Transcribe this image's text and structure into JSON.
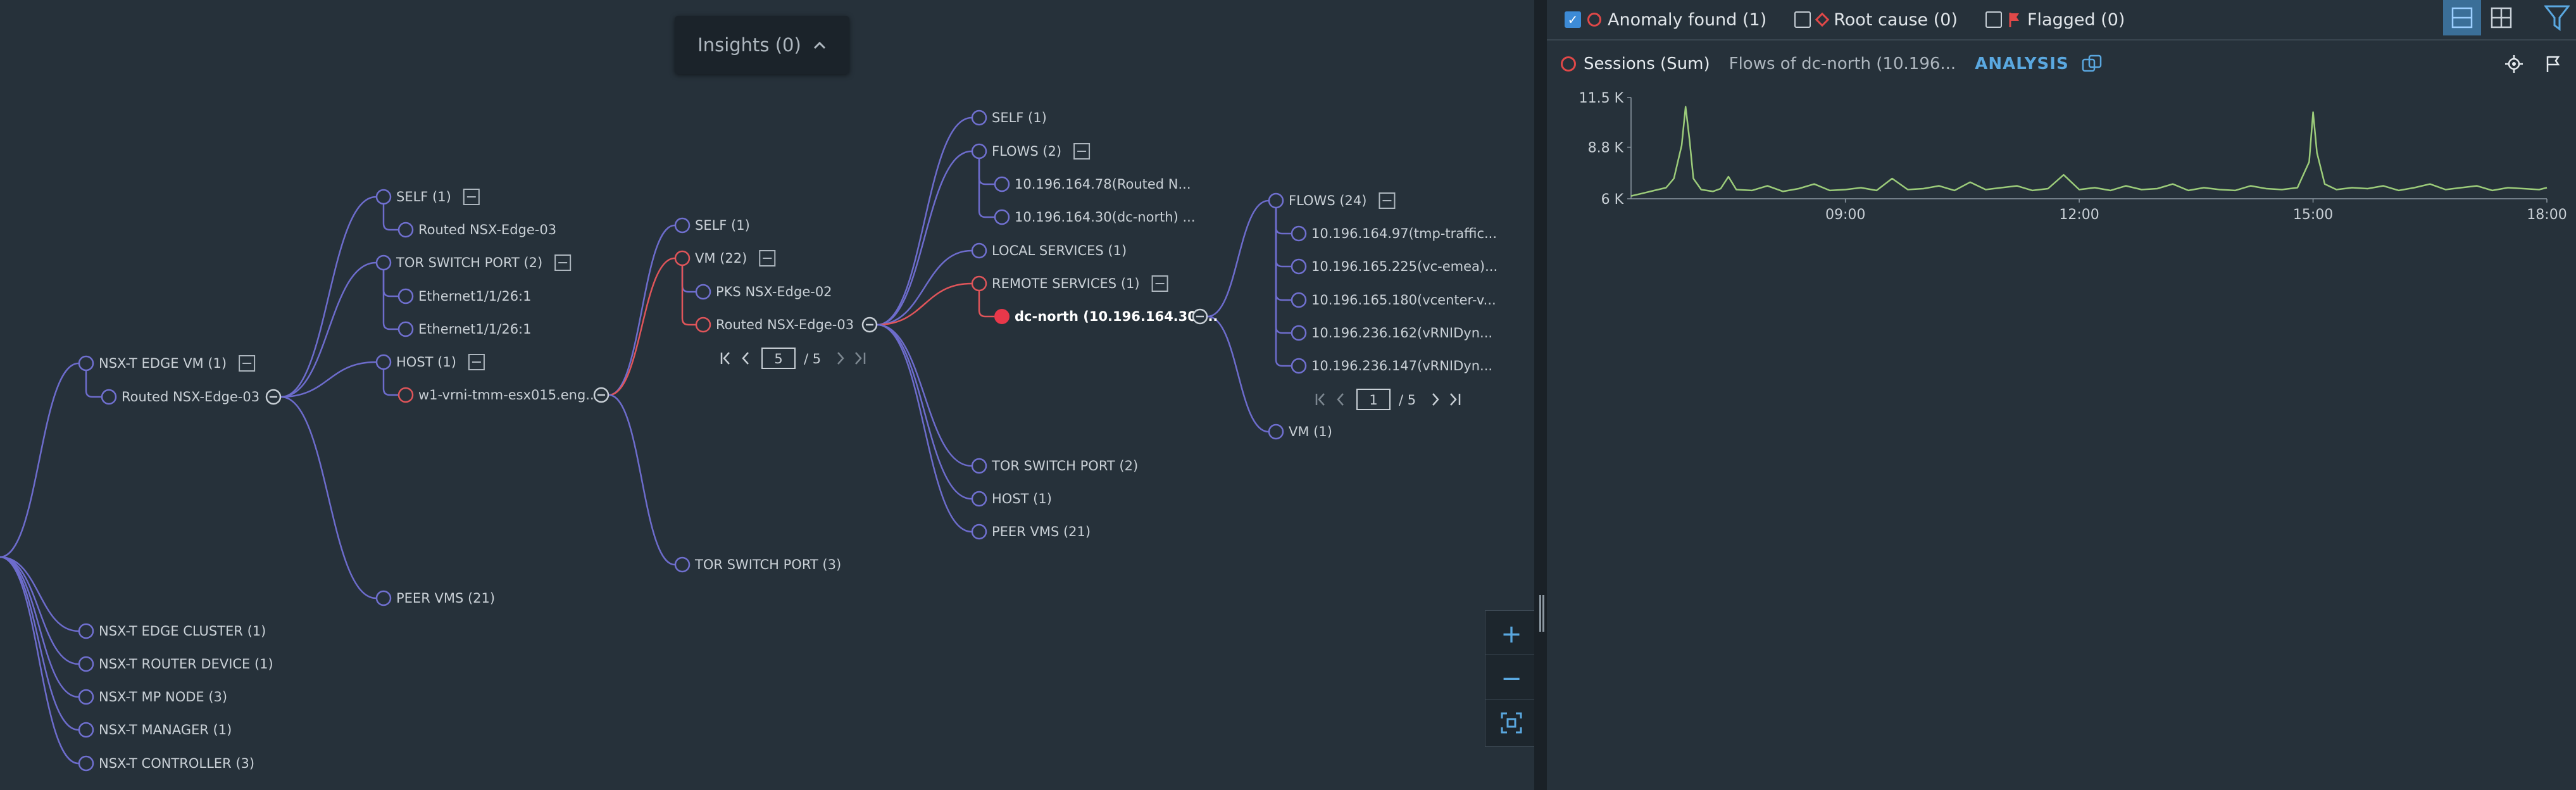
{
  "insights": {
    "label": "Insights (0)"
  },
  "zoom": {
    "plus": "+",
    "minus": "−"
  },
  "filters": [
    {
      "label": "Anomaly found (1)",
      "checked": true,
      "marker": "ring-icon"
    },
    {
      "label": "Root cause (0)",
      "checked": false,
      "marker": "diamond-icon"
    },
    {
      "label": "Flagged (0)",
      "checked": false,
      "marker": "flag-icon"
    }
  ],
  "chart_header": {
    "metric": "Sessions (Sum)",
    "flows": "Flows of dc-north (10.196...",
    "analysis": "ANALYSIS"
  },
  "chart_data": {
    "type": "line",
    "y_ticks": [
      "11.5 K",
      "8.8 K",
      "6 K"
    ],
    "y_tick_values": [
      11500,
      8800,
      6000
    ],
    "ylim": [
      6000,
      11500
    ],
    "x_ticks": [
      "09:00",
      "12:00",
      "15:00",
      "18:00"
    ],
    "x_tick_hours": [
      9,
      12,
      15,
      18
    ],
    "xlim": [
      6.25,
      18.0
    ],
    "line_color": "#9ccc7a",
    "series": [
      {
        "x": [
          6.25,
          6.4,
          6.55,
          6.7,
          6.8,
          6.9,
          6.95,
          7.0,
          7.05,
          7.15,
          7.3,
          7.4,
          7.5,
          7.6,
          7.8,
          8.0,
          8.2,
          8.4,
          8.6,
          8.8,
          9.0,
          9.2,
          9.4,
          9.6,
          9.8,
          10.0,
          10.2,
          10.4,
          10.6,
          10.8,
          11.0,
          11.2,
          11.4,
          11.6,
          11.8,
          12.0,
          12.2,
          12.4,
          12.6,
          12.8,
          13.0,
          13.2,
          13.4,
          13.6,
          13.8,
          14.0,
          14.2,
          14.4,
          14.6,
          14.8,
          14.95,
          15.0,
          15.05,
          15.15,
          15.3,
          15.5,
          15.7,
          15.9,
          16.1,
          16.3,
          16.5,
          16.7,
          16.9,
          17.1,
          17.3,
          17.5,
          17.7,
          17.9,
          18.0
        ],
        "y": [
          6150,
          6300,
          6450,
          6600,
          7100,
          8900,
          11000,
          9200,
          7100,
          6500,
          6400,
          6550,
          7200,
          6500,
          6450,
          6700,
          6400,
          6550,
          6800,
          6450,
          6500,
          6600,
          6450,
          7100,
          6500,
          6550,
          6700,
          6450,
          6900,
          6500,
          6600,
          6700,
          6450,
          6550,
          7300,
          6500,
          6600,
          6450,
          6700,
          6500,
          6550,
          6800,
          6450,
          6600,
          6500,
          6450,
          6700,
          6550,
          6500,
          6600,
          8000,
          10700,
          8500,
          6800,
          6500,
          6600,
          6550,
          6700,
          6450,
          6600,
          6800,
          6500,
          6600,
          6700,
          6450,
          6600,
          6550,
          6500,
          6600
        ]
      }
    ]
  },
  "topology": {
    "nodes": [
      {
        "id": "n_nsxt_vm",
        "label": "NSX-T EDGE VM (1)",
        "collapse": true
      },
      {
        "id": "n_routed1",
        "label": "Routed NSX-Edge-03",
        "expanded": true
      },
      {
        "id": "n_nsxt_cluster",
        "label": "NSX-T EDGE CLUSTER (1)"
      },
      {
        "id": "n_nsxt_router",
        "label": "NSX-T ROUTER DEVICE (1)"
      },
      {
        "id": "n_nsxt_mp",
        "label": "NSX-T MP NODE (3)"
      },
      {
        "id": "n_nsxt_mgr",
        "label": "NSX-T MANAGER (1)"
      },
      {
        "id": "n_nsxt_ctrl",
        "label": "NSX-T CONTROLLER (3)"
      },
      {
        "id": "n_self1",
        "label": "SELF (1)",
        "collapse": true
      },
      {
        "id": "n_routed2",
        "label": "Routed NSX-Edge-03"
      },
      {
        "id": "n_tor1",
        "label": "TOR SWITCH PORT (2)",
        "collapse": true
      },
      {
        "id": "n_eth1",
        "label": "Ethernet1/1/26:1"
      },
      {
        "id": "n_eth2",
        "label": "Ethernet1/1/26:1"
      },
      {
        "id": "n_host1",
        "label": "HOST (1)",
        "collapse": true
      },
      {
        "id": "n_esx",
        "label": "w1-vrni-tmm-esx015.eng...",
        "red": true,
        "expanded": true
      },
      {
        "id": "n_peer1",
        "label": "PEER VMS (21)"
      },
      {
        "id": "n_self2",
        "label": "SELF (1)"
      },
      {
        "id": "n_vm22",
        "label": "VM (22)",
        "red": true,
        "collapse": true
      },
      {
        "id": "n_pks",
        "label": "PKS NSX-Edge-02"
      },
      {
        "id": "n_routed3",
        "label": "Routed NSX-Edge-03",
        "red": true,
        "expanded": true
      },
      {
        "id": "n_tor3",
        "label": "TOR SWITCH PORT (3)"
      },
      {
        "id": "n_self3",
        "label": "SELF (1)"
      },
      {
        "id": "n_flows2",
        "label": "FLOWS (2)",
        "collapse": true
      },
      {
        "id": "n_ip78",
        "label": "10.196.164.78(Routed N..."
      },
      {
        "id": "n_ip30",
        "label": "10.196.164.30(dc-north) ..."
      },
      {
        "id": "n_local",
        "label": "LOCAL SERVICES (1)"
      },
      {
        "id": "n_remote",
        "label": "REMOTE SERVICES (1)",
        "red": true,
        "collapse": true
      },
      {
        "id": "n_dcnorth",
        "label": "dc-north (10.196.164.30)...",
        "red": true,
        "filled": true,
        "bold": true,
        "expanded": true
      },
      {
        "id": "n_tor2b",
        "label": "TOR SWITCH PORT (2)"
      },
      {
        "id": "n_host1b",
        "label": "HOST (1)"
      },
      {
        "id": "n_peer21b",
        "label": "PEER VMS (21)"
      },
      {
        "id": "n_flows24",
        "label": "FLOWS (24)",
        "collapse": true
      },
      {
        "id": "n_f1",
        "label": "10.196.164.97(tmp-traffic..."
      },
      {
        "id": "n_f2",
        "label": "10.196.165.225(vc-emea)..."
      },
      {
        "id": "n_f3",
        "label": "10.196.165.180(vcenter-v..."
      },
      {
        "id": "n_f4",
        "label": "10.196.236.162(vRNIDyn..."
      },
      {
        "id": "n_f5",
        "label": "10.196.236.147(vRNIDyn..."
      },
      {
        "id": "n_vm1",
        "label": "VM (1)"
      }
    ],
    "edges": [
      [
        "root",
        "n_nsxt_vm"
      ],
      [
        "root",
        "n_nsxt_cluster"
      ],
      [
        "root",
        "n_nsxt_router"
      ],
      [
        "root",
        "n_nsxt_mp"
      ],
      [
        "root",
        "n_nsxt_mgr"
      ],
      [
        "root",
        "n_nsxt_ctrl"
      ],
      [
        "n_nsxt_vm",
        "n_routed1"
      ],
      [
        "n_routed1",
        "n_self1"
      ],
      [
        "n_routed1",
        "n_tor1"
      ],
      [
        "n_routed1",
        "n_host1"
      ],
      [
        "n_routed1",
        "n_peer1"
      ],
      [
        "n_self1",
        "n_routed2"
      ],
      [
        "n_tor1",
        "n_eth1"
      ],
      [
        "n_tor1",
        "n_eth2"
      ],
      [
        "n_host1",
        "n_esx"
      ],
      [
        "n_esx",
        "n_self2"
      ],
      [
        "n_esx",
        "n_vm22",
        "red"
      ],
      [
        "n_esx",
        "n_tor3"
      ],
      [
        "n_vm22",
        "n_pks"
      ],
      [
        "n_vm22",
        "n_routed3",
        "red"
      ],
      [
        "n_routed3",
        "n_self3"
      ],
      [
        "n_routed3",
        "n_flows2"
      ],
      [
        "n_routed3",
        "n_local"
      ],
      [
        "n_routed3",
        "n_remote",
        "red"
      ],
      [
        "n_routed3",
        "n_tor2b"
      ],
      [
        "n_routed3",
        "n_host1b"
      ],
      [
        "n_routed3",
        "n_peer21b"
      ],
      [
        "n_flows2",
        "n_ip78"
      ],
      [
        "n_flows2",
        "n_ip30"
      ],
      [
        "n_remote",
        "n_dcnorth",
        "red"
      ],
      [
        "n_dcnorth",
        "n_flows24"
      ],
      [
        "n_dcnorth",
        "n_vm1"
      ],
      [
        "n_flows24",
        "n_f1"
      ],
      [
        "n_flows24",
        "n_f2"
      ],
      [
        "n_flows24",
        "n_f3"
      ],
      [
        "n_flows24",
        "n_f4"
      ],
      [
        "n_flows24",
        "n_f5"
      ]
    ],
    "pagers": [
      {
        "id": "pager_vm22",
        "page": "5",
        "total": "/ 5"
      },
      {
        "id": "pager_flows24",
        "page": "1",
        "total": "/ 5"
      }
    ]
  }
}
